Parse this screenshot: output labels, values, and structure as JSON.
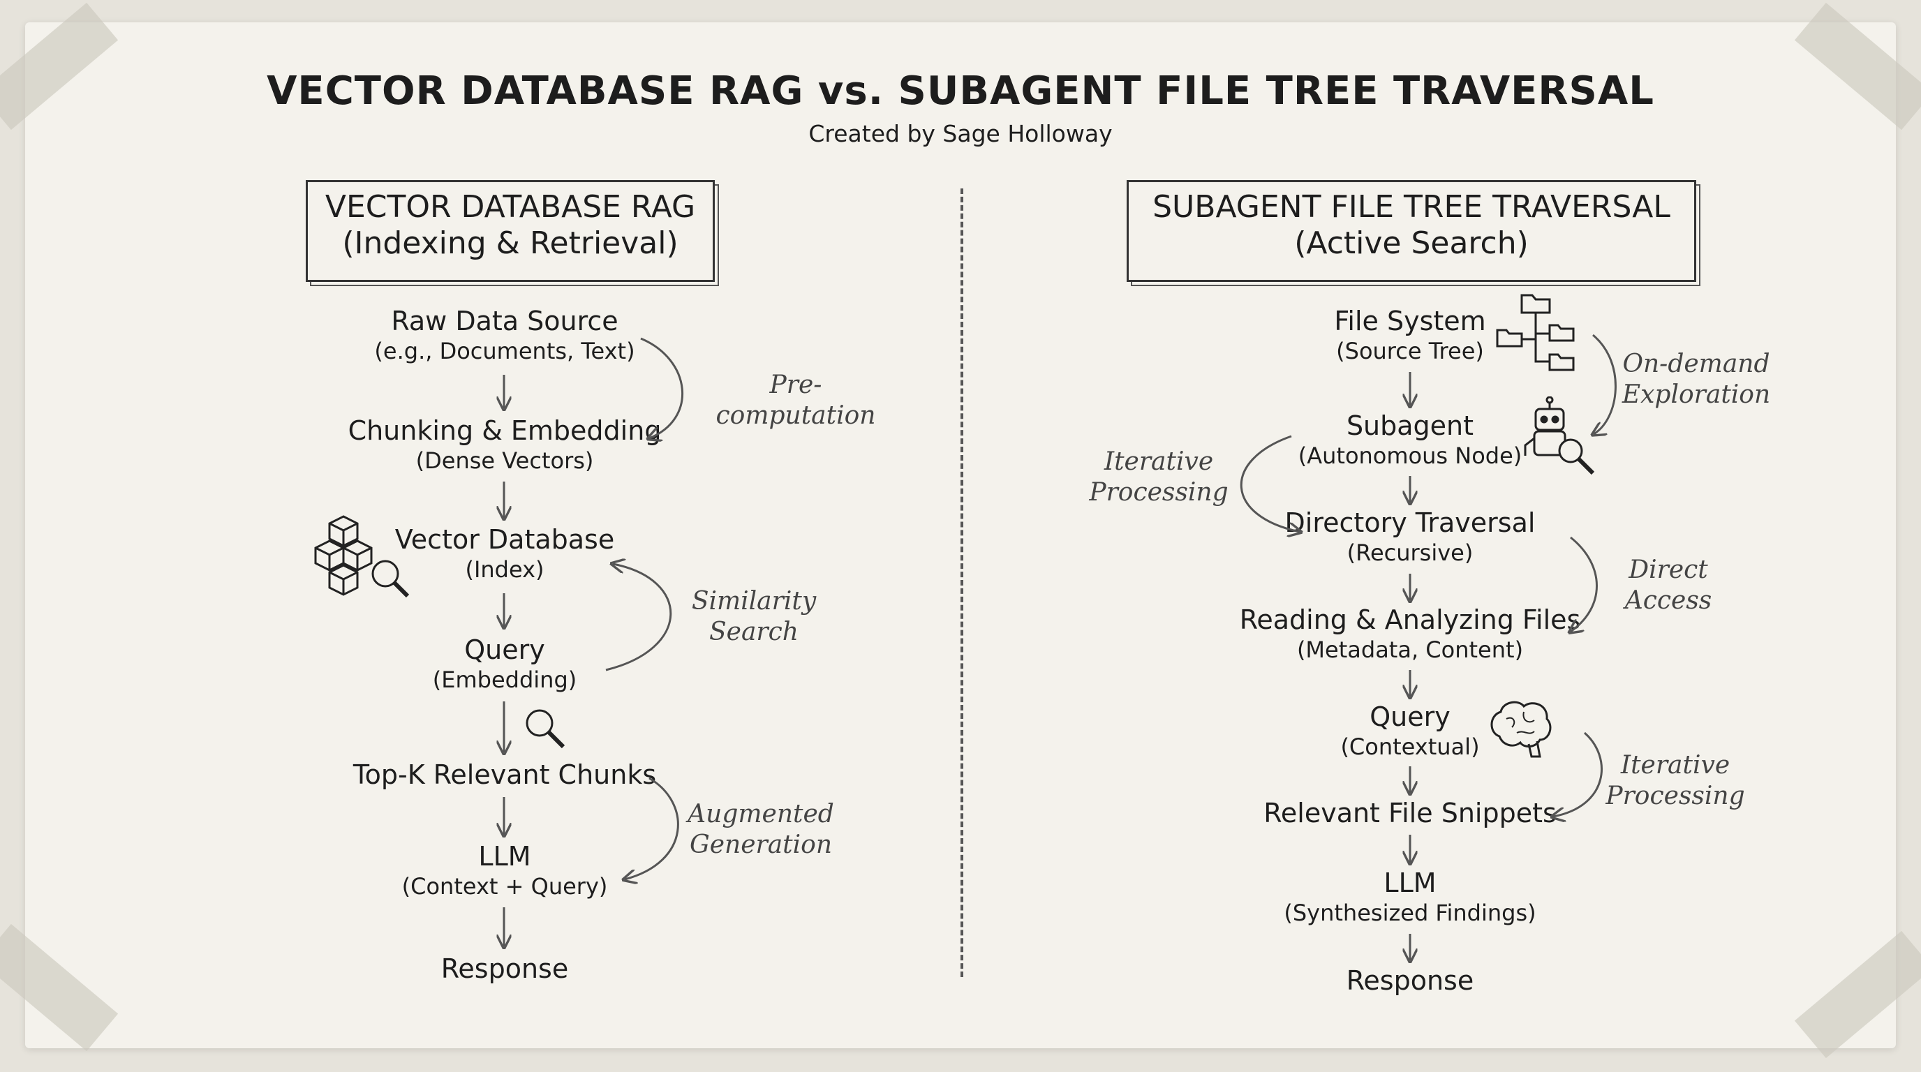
{
  "title": "VECTOR DATABASE RAG vs. SUBAGENT FILE TREE TRAVERSAL",
  "subtitle": "Created by Sage Holloway",
  "left": {
    "header": {
      "line1": "VECTOR DATABASE RAG",
      "line2": "(Indexing & Retrieval)"
    },
    "nodes": [
      {
        "main": "Raw Data Source",
        "sub": "(e.g., Documents, Text)"
      },
      {
        "main": "Chunking & Embedding",
        "sub": "(Dense Vectors)"
      },
      {
        "main": "Vector Database",
        "sub": "(Index)"
      },
      {
        "main": "Query",
        "sub": "(Embedding)"
      },
      {
        "main": "Top-K Relevant Chunks",
        "sub": ""
      },
      {
        "main": "LLM",
        "sub": "(Context + Query)"
      },
      {
        "main": "Response",
        "sub": ""
      }
    ],
    "annotations": [
      {
        "line1": "Pre-computation",
        "line2": ""
      },
      {
        "line1": "Similarity",
        "line2": "Search"
      },
      {
        "line1": "Augmented",
        "line2": "Generation"
      }
    ]
  },
  "right": {
    "header": {
      "line1": "SUBAGENT FILE TREE TRAVERSAL",
      "line2": "(Active Search)"
    },
    "nodes": [
      {
        "main": "File System",
        "sub": "(Source Tree)"
      },
      {
        "main": "Subagent",
        "sub": "(Autonomous Node)"
      },
      {
        "main": "Directory Traversal",
        "sub": "(Recursive)"
      },
      {
        "main": "Reading & Analyzing Files",
        "sub": "(Metadata, Content)"
      },
      {
        "main": "Query",
        "sub": "(Contextual)"
      },
      {
        "main": "Relevant File Snippets",
        "sub": ""
      },
      {
        "main": "LLM",
        "sub": "(Synthesized Findings)"
      },
      {
        "main": "Response",
        "sub": ""
      }
    ],
    "annotations": [
      {
        "line1": "On-demand",
        "line2": "Exploration"
      },
      {
        "line1": "Iterative",
        "line2": "Processing"
      },
      {
        "line1": "Direct",
        "line2": "Access"
      },
      {
        "line1": "Iterative",
        "line2": "Processing"
      }
    ]
  },
  "icons": [
    "cubes-magnifier-icon",
    "magnifier-icon",
    "file-tree-icon",
    "robot-magnifier-icon",
    "brain-icon"
  ]
}
